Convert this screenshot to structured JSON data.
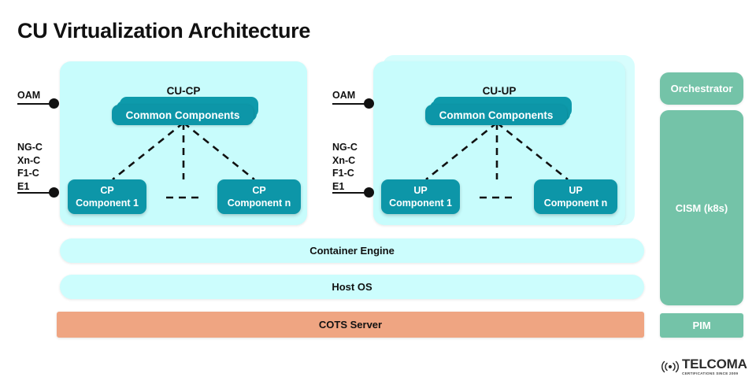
{
  "page": {
    "title": "CU Virtualization Architecture",
    "background_color": "#ffffff"
  },
  "colors": {
    "container_cyan": "#c8fcfc",
    "component_teal": "#0d96a8",
    "layer_cyan": "#ccfdfd",
    "cots_salmon": "#efa582",
    "sidebar_green": "#74c3a8",
    "text_dark": "#111111",
    "text_light": "#ffffff"
  },
  "cu_cp": {
    "caption": "CU-CP",
    "common_components_label": "Common Components",
    "components": [
      {
        "line1": "CP",
        "line2": "Component 1"
      },
      {
        "line1": "CP",
        "line2": "Component n"
      }
    ],
    "interfaces": {
      "top_label": "OAM",
      "bottom_labels": [
        "NG-C",
        "Xn-C",
        "F1-C",
        "E1"
      ]
    }
  },
  "cu_up": {
    "caption": "CU-UP",
    "common_components_label": "Common Components",
    "components": [
      {
        "line1": "UP",
        "line2": "Component 1"
      },
      {
        "line1": "UP",
        "line2": "Component n"
      }
    ],
    "interfaces": {
      "top_label": "OAM",
      "bottom_labels": [
        "NG-C",
        "Xn-C",
        "F1-C",
        "E1"
      ]
    }
  },
  "infrastructure_layers": [
    {
      "label": "Container Engine",
      "style": "soft"
    },
    {
      "label": "Host OS",
      "style": "soft"
    },
    {
      "label": "COTS Server",
      "style": "cots"
    }
  ],
  "management_column": [
    {
      "label": "Orchestrator",
      "shape": "rounded"
    },
    {
      "label": "CISM (k8s)",
      "shape": "rounded"
    },
    {
      "label": "PIM",
      "shape": "square"
    }
  ],
  "logo": {
    "name": "TELCOMA",
    "tagline": "CERTIFICATIONS SINCE 2009"
  }
}
